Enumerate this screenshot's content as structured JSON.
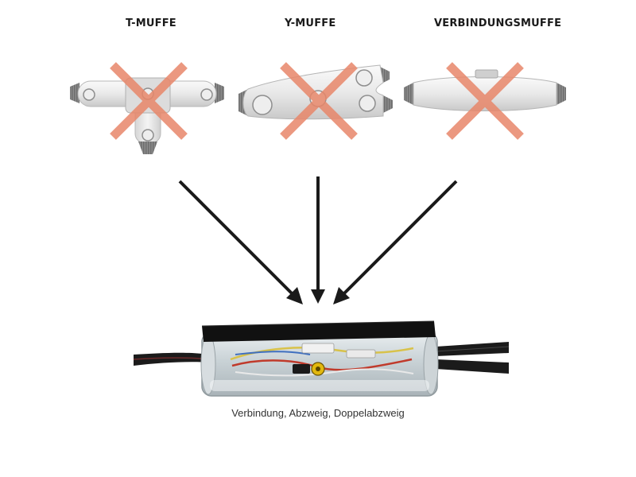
{
  "labels": {
    "t_muffe": "T-MUFFE",
    "y_muffe": "Y-MUFFE",
    "verbindungsmuffe": "VERBINDUNGSMUFFE"
  },
  "caption": "Verbindung, Abzweig, Doppelabzweig",
  "colors": {
    "cross": "#e8876a",
    "arrow": "#1a1a1a",
    "body_light": "#ededed",
    "body_shadow": "#bdbdbd",
    "cable": "#1b1b1b",
    "lid": "#111111"
  },
  "icons": {
    "rejected_marker": "cross-icon",
    "direction_marker": "arrow-icon"
  }
}
